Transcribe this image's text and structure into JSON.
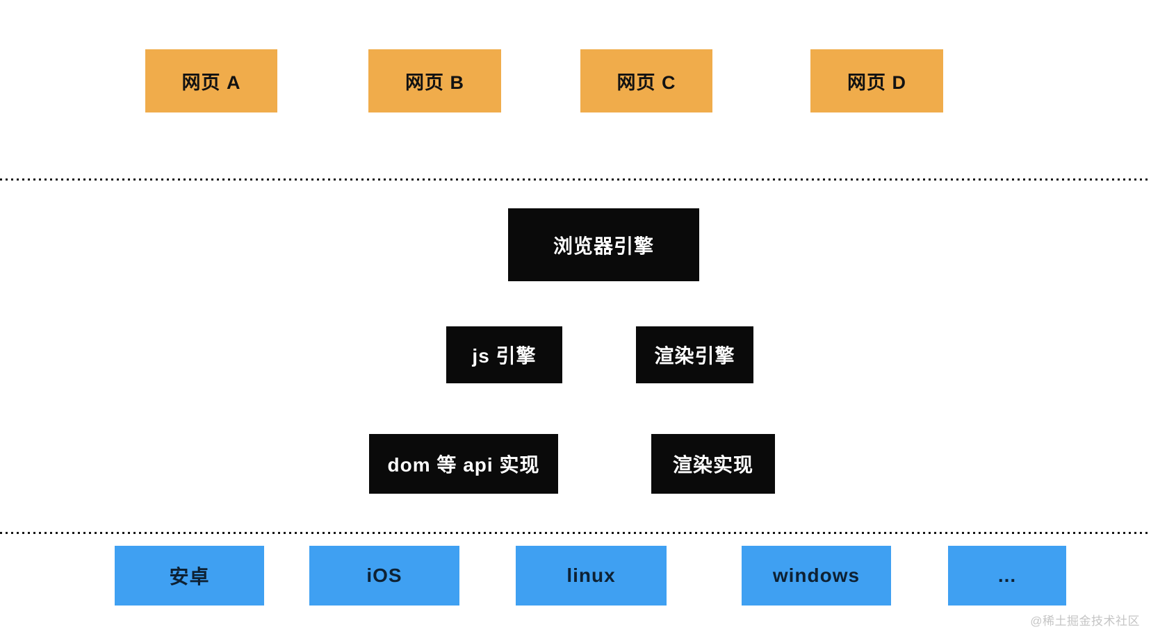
{
  "colors": {
    "webpage_fill": "#F0AC4B",
    "engine_fill": "#0A0A0A",
    "platform_fill": "#3FA0F2",
    "dotted_line": "#151515",
    "watermark_text": "#C5C5C5"
  },
  "webpages": [
    {
      "label": "网页 A"
    },
    {
      "label": "网页 B"
    },
    {
      "label": "网页 C"
    },
    {
      "label": "网页 D"
    }
  ],
  "browser_engine": {
    "label": "浏览器引擎"
  },
  "engines": [
    {
      "label": "js 引擎"
    },
    {
      "label": "渲染引擎"
    }
  ],
  "implementations": [
    {
      "label": "dom 等 api 实现"
    },
    {
      "label": "渲染实现"
    }
  ],
  "platforms": [
    {
      "label": "安卓"
    },
    {
      "label": "iOS"
    },
    {
      "label": "linux"
    },
    {
      "label": "windows"
    },
    {
      "label": "..."
    }
  ],
  "watermark": {
    "label": "@稀土掘金技术社区"
  }
}
